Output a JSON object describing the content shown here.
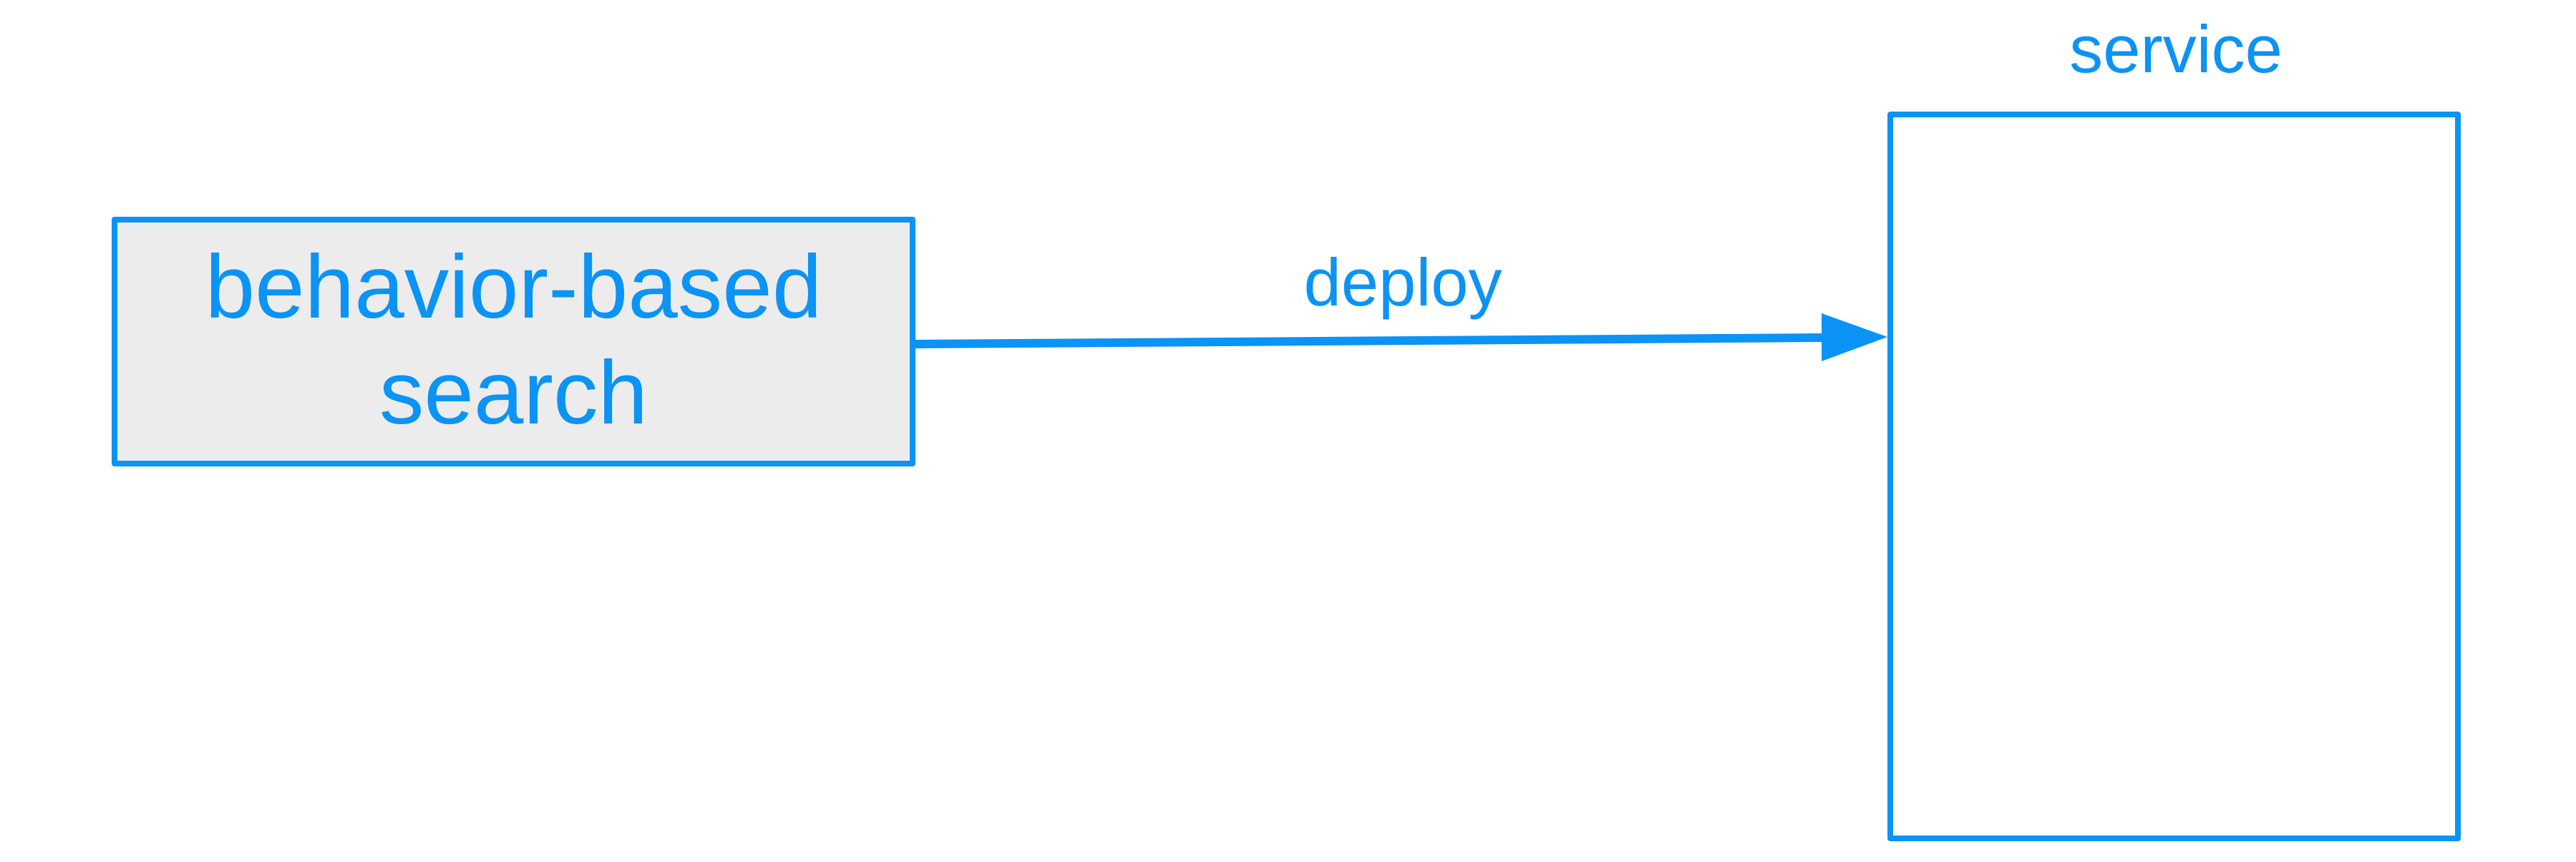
{
  "colors": {
    "accent": "#0b93f5",
    "source_fill": "#ececec",
    "background": "#ffffff"
  },
  "nodes": {
    "source": {
      "label": "behavior-based\nsearch"
    },
    "target": {
      "label": "service"
    }
  },
  "edges": [
    {
      "from": "source",
      "to": "target",
      "label": "deploy"
    }
  ]
}
